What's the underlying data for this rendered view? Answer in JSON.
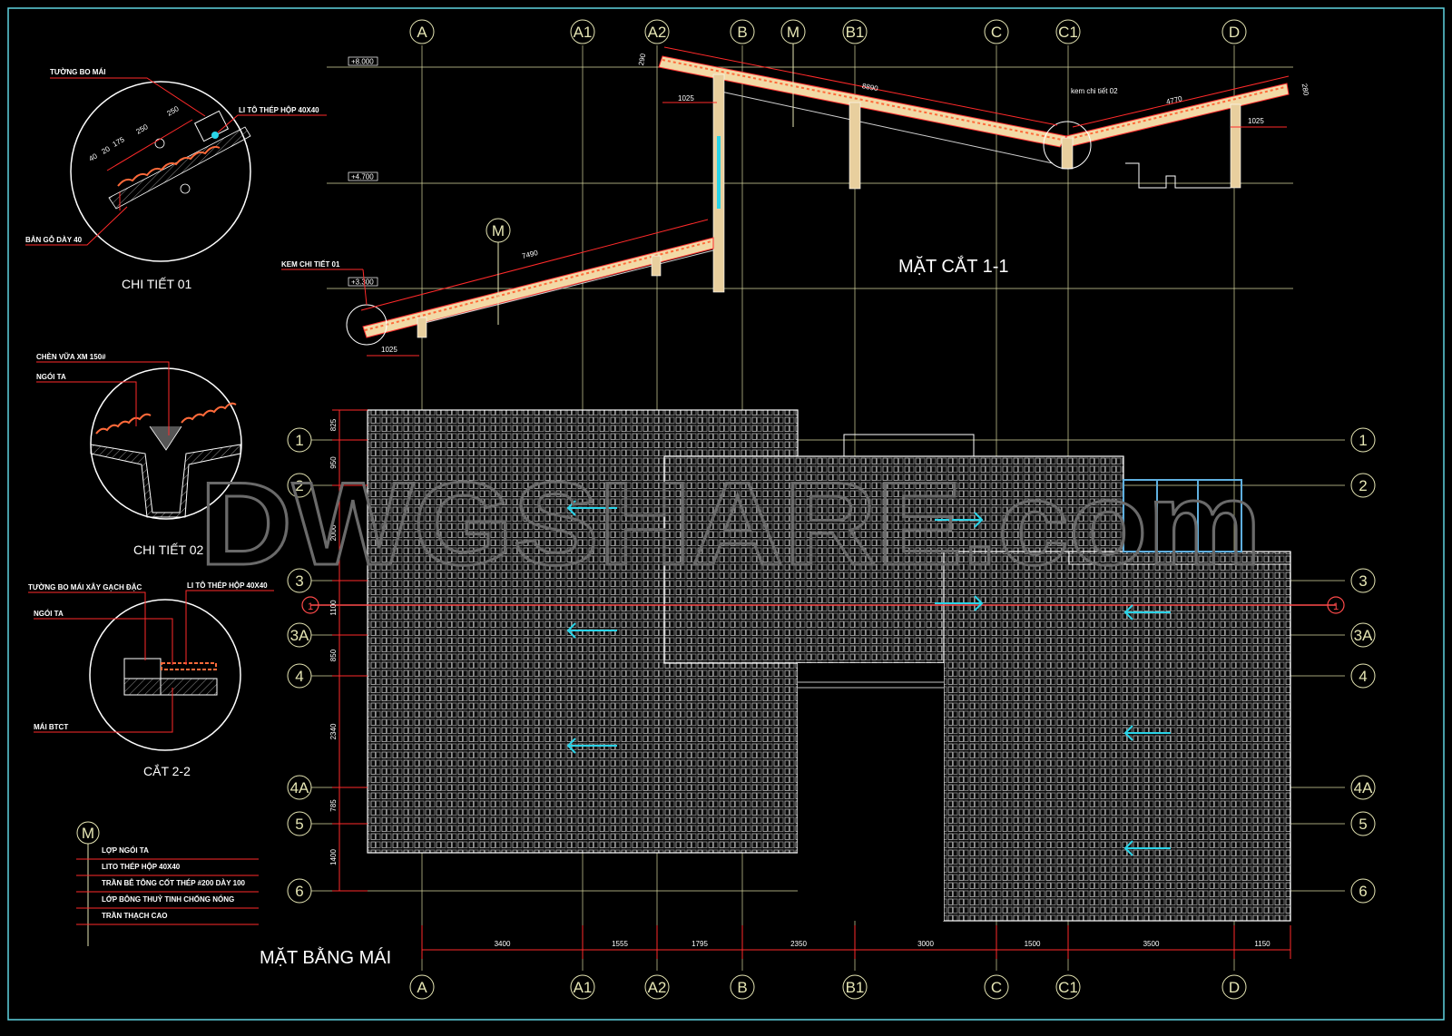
{
  "titles": {
    "section": "MẶT CẮT 1-1",
    "plan": "MẶT BẰNG MÁI",
    "detail1": "CHI TIẾT 01",
    "detail2": "CHI TIẾT 02",
    "cut22": "CẮT 2-2"
  },
  "watermark": "DWGSHARE.com",
  "grid_columns": [
    "A",
    "A1",
    "A2",
    "B",
    "M",
    "B1",
    "C",
    "C1",
    "D"
  ],
  "grid_rows": [
    "1",
    "2",
    "3",
    "3A",
    "4",
    "4A",
    "5",
    "6"
  ],
  "levels": [
    "+8.000",
    "+4.700",
    "+3.300"
  ],
  "section_labels": {
    "kem_ct01": "KEM CHI TIẾT 01",
    "kem_ct02": "kem chi tiết 02",
    "marker_m": "M",
    "marker_m2": "M",
    "cut_mark": "1"
  },
  "section_dims": {
    "d290_left": "290",
    "d1025_a": "1025",
    "d8890": "8890",
    "d4770": "4770",
    "d1025_b": "1025",
    "d280_right": "280",
    "d7490": "7490",
    "d1025_c": "1025"
  },
  "detail01": {
    "label_tuong": "TƯỜNG BO MÁI",
    "label_lito": "LI TÔ THÉP HỘP 40X40",
    "label_ban": "BẢN GỖ DÀY 40",
    "dims": [
      "40",
      "20",
      "175",
      "250",
      "250"
    ]
  },
  "detail02": {
    "label_chen": "CHÈN VỮA XM 150#",
    "label_ngoi": "NGÓI TA"
  },
  "cut22": {
    "label_tuong": "TƯỜNG BO MÁI XÂY GẠCH ĐẶC",
    "label_lito": "LI TÔ THÉP HỘP 40X40",
    "label_ngoi": "NGÓI TA",
    "label_mai": "MÁI BTCT"
  },
  "legend": {
    "marker": "M",
    "layers": [
      "LỢP NGÓI TA",
      "LITO THÉP HỘP 40X40",
      "TRẦN BÊ TÔNG CỐT THÉP #200 DÀY 100",
      "LỚP BÔNG THUỶ TINH CHỐNG NÓNG",
      "TRẦN THẠCH CAO"
    ]
  },
  "plan_dims_x": [
    "3400",
    "1555",
    "1795",
    "2350",
    "3000",
    "1500",
    "3500",
    "1150"
  ],
  "plan_dims_y": [
    "825",
    "950",
    "2000",
    "1100",
    "850",
    "2340",
    "785",
    "1400"
  ],
  "colors": {
    "background": "#000000",
    "grid_line": "#d8d8a0",
    "dimension": "#ff2a2a",
    "outline": "#ffffff",
    "arrow": "#2ad4e8",
    "section_roof": "#f2d9a6",
    "frame": "#5fd3e0"
  }
}
